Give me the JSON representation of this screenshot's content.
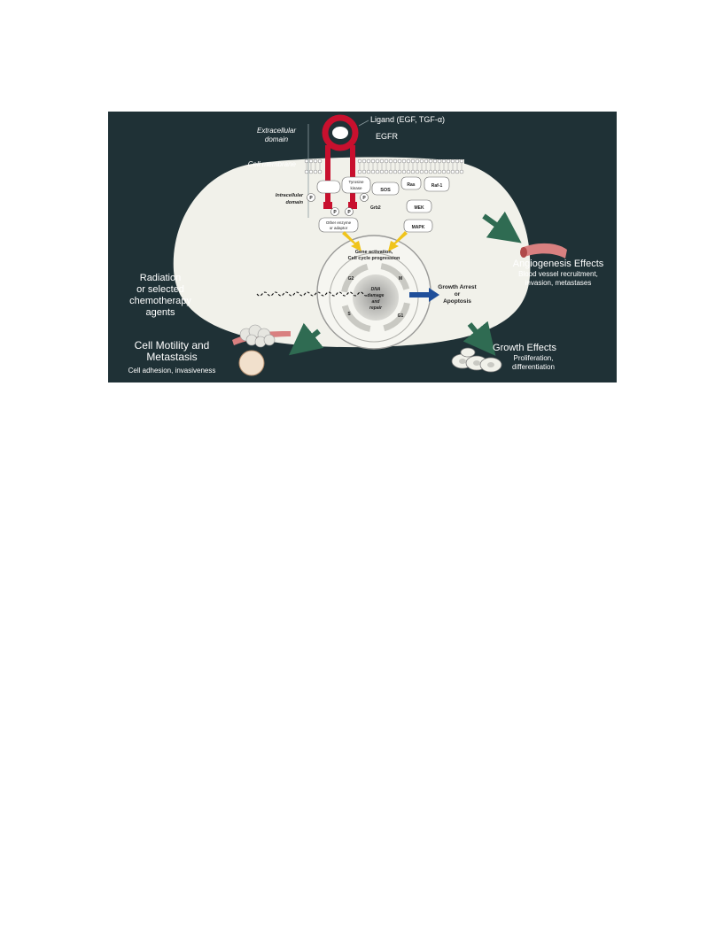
{
  "figure": {
    "colors": {
      "background": "#1f3136",
      "cell": "#f1f1ea",
      "receptor": "#c8102e",
      "arrow_green": "#2f6b52",
      "arrow_blue": "#1f4f9a",
      "arrow_yellow": "#f0c41b"
    },
    "labels": {
      "ligand": "Ligand (EGF, TGF-α)",
      "egfr": "EGFR",
      "extracellular_line1": "Extracellular",
      "extracellular_line2": "domain",
      "cell_membrane": "Cell membrane",
      "intracellular_line1": "Intracellular",
      "intracellular_line2": "domain",
      "tyrosine_kinase_line1": "Tyrosine",
      "tyrosine_kinase_line2": "kinase",
      "sos": "SOS",
      "ras": "Ras",
      "raf": "Raf-1",
      "grb2": "Grb2",
      "mek": "MEK",
      "mapk": "MAPK",
      "phospho": "P",
      "other_enzyme_line1": "Other enzyme",
      "other_enzyme_line2": "or adaptor",
      "gene_activation_line1": "Gene activation,",
      "gene_activation_line2": "Cell cycle progression",
      "phase_g2": "G2",
      "phase_m": "M",
      "phase_s": "S",
      "phase_g1": "G1",
      "dna_line1": "DNA",
      "dna_line2": "damage",
      "dna_line3": "and",
      "dna_line4": "repair",
      "growth_arrest_line1": "Growth Arrest",
      "growth_arrest_line2": "or",
      "growth_arrest_line3": "Apoptosis",
      "radiation_line1": "Radiation",
      "radiation_line2": "or selected",
      "radiation_line3": "chemotherapy",
      "radiation_line4": "agents",
      "angio_title": "Angiogenesis Effects",
      "angio_line1": "Blood vessel recruitment,",
      "angio_line2": "invasion, metastases",
      "motility_line1": "Cell Motility and",
      "motility_line2": "Metastasis",
      "motility_sub": "Cell adhesion, invasiveness",
      "growth_title": "Growth Effects",
      "growth_line1": "Proliferation,",
      "growth_line2": "differentiation"
    }
  }
}
